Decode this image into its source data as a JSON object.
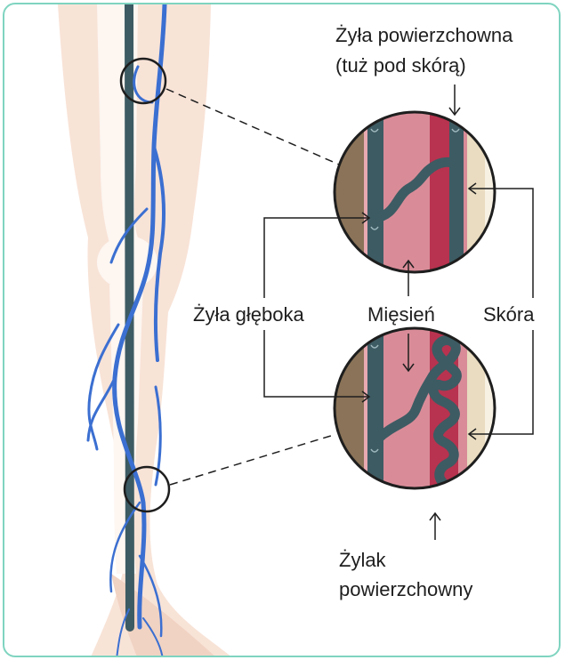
{
  "labels": {
    "superficial_vein_line1": "Żyła powierzchowna",
    "superficial_vein_line2": "(tuż pod skórą)",
    "deep_vein": "Żyła głęboka",
    "muscle": "Mięsień",
    "skin": "Skóra",
    "varicose_line1": "Żylak",
    "varicose_line2": "powierzchowny"
  },
  "colors": {
    "frame": "#7fd4c0",
    "leg_skin": "#f8e3d7",
    "bone": "#fdf6f1",
    "deep_vein": "#3d5b63",
    "superficial_vein": "#3b6fd1",
    "muscle": "#d98c98",
    "muscle_dark": "#b8334f",
    "fat_layer": "#e9dcc0",
    "outer_tissue": "#8a7358"
  }
}
